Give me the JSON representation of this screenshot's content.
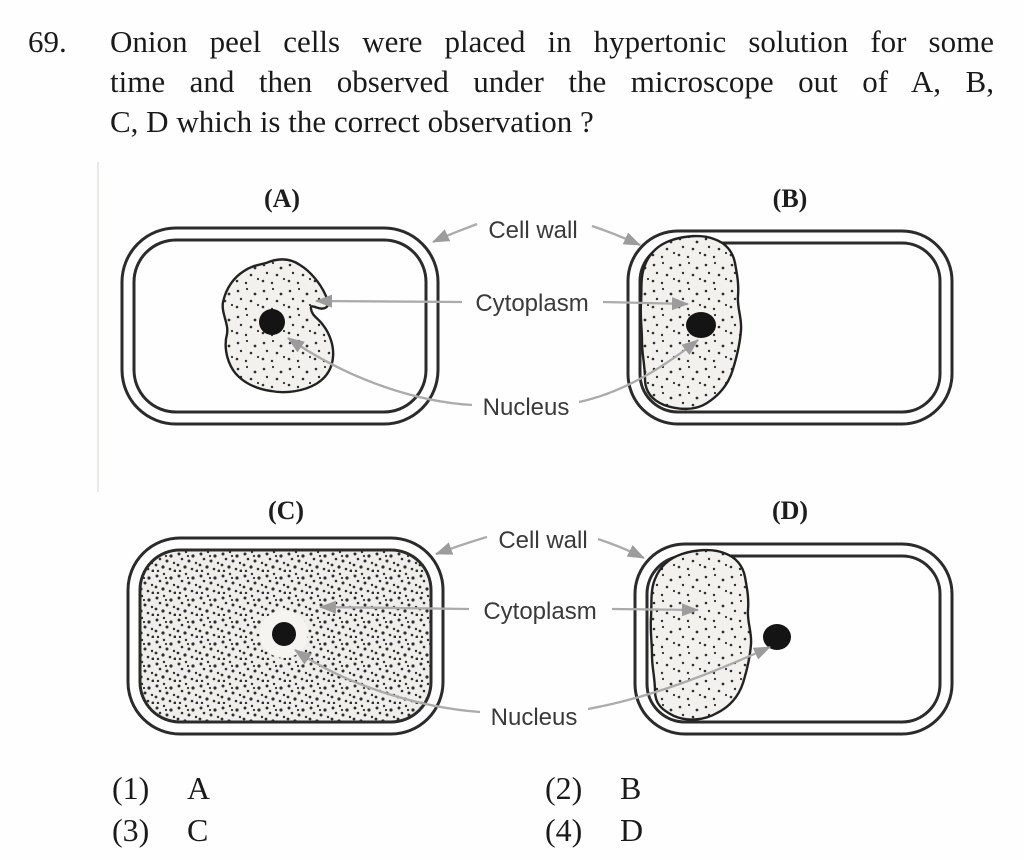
{
  "question": {
    "number": "69.",
    "lines": [
      "Onion peel cells were placed in hypertonic solution for some",
      "time and then observed under the microscope out of A, B,",
      "C, D which is the correct observation ?"
    ]
  },
  "figure": {
    "panel_labels": [
      "(A)",
      "(B)",
      "(C)",
      "(D)"
    ],
    "top_row": {
      "cell_wall": "Cell wall",
      "cytoplasm": "Cytoplasm",
      "nucleus": "Nucleus"
    },
    "bottom_row": {
      "cell_wall": "Cell wall",
      "cytoplasm": "Cytoplasm",
      "nucleus": "Nucleus"
    }
  },
  "options": [
    {
      "number": "(1)",
      "label": "A"
    },
    {
      "number": "(2)",
      "label": "B"
    },
    {
      "number": "(3)",
      "label": "C"
    },
    {
      "number": "(4)",
      "label": "D"
    }
  ],
  "colors": {
    "ink": "#1a1a1a",
    "label": "#3a3a3a",
    "leader": "#ababab",
    "arrowhead": "#9c9c9c",
    "wall": "#2b2b2b",
    "nucleus": "#141414",
    "stipple_bg": "#f2f1ed",
    "dot": "#2f2f2f"
  }
}
